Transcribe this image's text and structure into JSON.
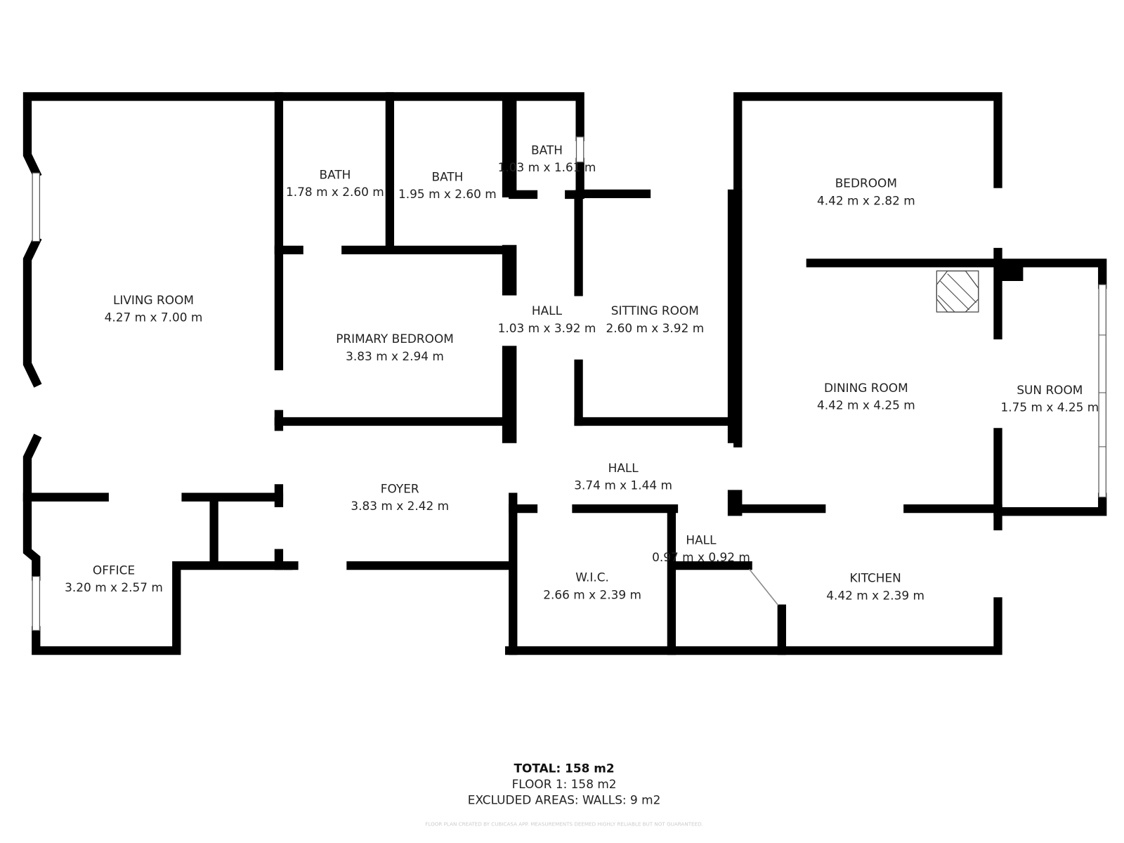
{
  "rooms": [
    {
      "name": "LIVING ROOM",
      "size": "4.27 m x 7.00 m"
    },
    {
      "name": "BATH",
      "size": "1.78 m x 2.60 m"
    },
    {
      "name": "BATH",
      "size": "1.95 m x 2.60 m"
    },
    {
      "name": "BATH",
      "size": "1.03 m x 1.61 m"
    },
    {
      "name": "BEDROOM",
      "size": "4.42 m x 2.82 m"
    },
    {
      "name": "PRIMARY BEDROOM",
      "size": "3.83 m x 2.94 m"
    },
    {
      "name": "HALL",
      "size": "1.03 m x 3.92 m"
    },
    {
      "name": "SITTING ROOM",
      "size": "2.60 m x 3.92 m"
    },
    {
      "name": "DINING ROOM",
      "size": "4.42 m x 4.25 m"
    },
    {
      "name": "SUN ROOM",
      "size": "1.75 m x 4.25 m"
    },
    {
      "name": "FOYER",
      "size": "3.83 m x 2.42 m"
    },
    {
      "name": "HALL",
      "size": "3.74 m x 1.44 m"
    },
    {
      "name": "OFFICE",
      "size": "3.20 m x 2.57 m"
    },
    {
      "name": "W.I.C.",
      "size": "2.66 m x 2.39 m"
    },
    {
      "name": "HALL",
      "size": "0.97 m x 0.92 m"
    },
    {
      "name": "KITCHEN",
      "size": "4.42 m x 2.39 m"
    }
  ],
  "summary": {
    "total": "TOTAL: 158 m2",
    "floor": "FLOOR 1: 158 m2",
    "excluded": "EXCLUDED AREAS: WALLS: 9 m2"
  },
  "disclaimer": "FLOOR PLAN CREATED BY CUBICASA APP. MEASUREMENTS DEEMED HIGHLY RELIABLE BUT NOT GUARANTEED.",
  "colors": {
    "wall": "#000000",
    "background": "#ffffff"
  }
}
